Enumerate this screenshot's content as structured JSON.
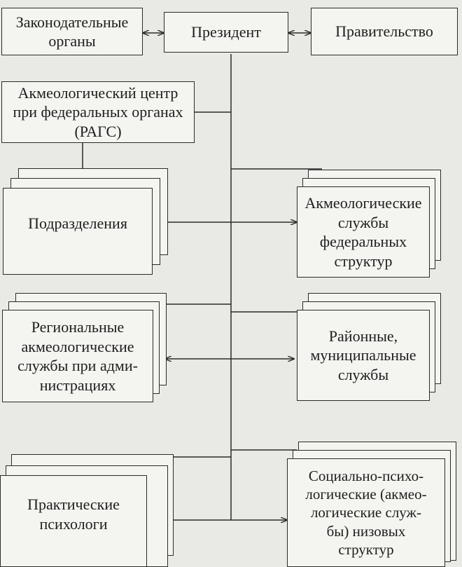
{
  "diagram": {
    "nodes": {
      "legislative": "Законодательные\nорганы",
      "president": "Президент",
      "government": "Правительство",
      "acmeo_center": "Акмеологический центр\nпри федеральных органах\n(РАГС)",
      "subdivisions": "Подразделения",
      "federal_services": "Акмеологические\nслужбы\nфедеральных\nструктур",
      "regional_services": "Региональные\nакмеологические\nслужбы при адми-\nнистрациях",
      "district_services": "Районные,\nмуниципальные\nслужбы",
      "practical_psychologists": "Практические\nпсихологи",
      "sociopsych_services": "Социально-психо-\nлогические (акмео-\nлогические служ-\nбы) низовых\nструктур"
    },
    "colors": {
      "line": "#2a2a2a",
      "box_fill": "#f4f4f1",
      "background": "#e9e9e6"
    }
  }
}
